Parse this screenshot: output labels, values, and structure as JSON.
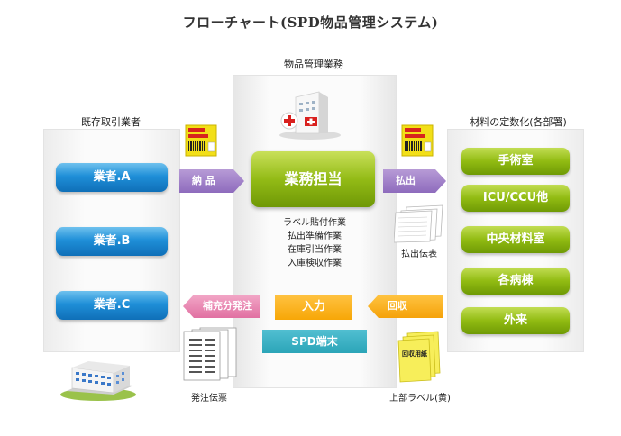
{
  "title": "フローチャート(SPD物品管理システム)",
  "left_panel": {
    "label": "既存取引業者",
    "vendors": [
      "業者.A",
      "業者.B",
      "業者.C"
    ]
  },
  "center_panel": {
    "label": "物品管理業務",
    "main_label": "業務担当",
    "tasks": [
      "ラベル貼付作業",
      "払出準備作業",
      "在庫引当作業",
      "入庫検収作業"
    ],
    "input_label": "入力",
    "terminal_label": "SPD端末"
  },
  "right_panel": {
    "label": "材料の定数化(各部署)",
    "departments": [
      "手術室",
      "ICU/CCU他",
      "中央材料室",
      "各病棟",
      "外来"
    ]
  },
  "arrows": {
    "delivery": "納 品",
    "dispense": "払出",
    "replenish": "補充分発注",
    "collect": "回収"
  },
  "captions": {
    "dispense_slip": "払出伝表",
    "order_slip": "発注伝票",
    "label_caption": "上部ラベル(黄)",
    "label_paper_text": "回収用紙"
  },
  "colors": {
    "blue": "#1f8fd8",
    "green": "#91bb12",
    "orange": "#f7a707",
    "teal": "#2ba5b8",
    "purple": "#8e6bbd",
    "pink": "#e170a2"
  }
}
